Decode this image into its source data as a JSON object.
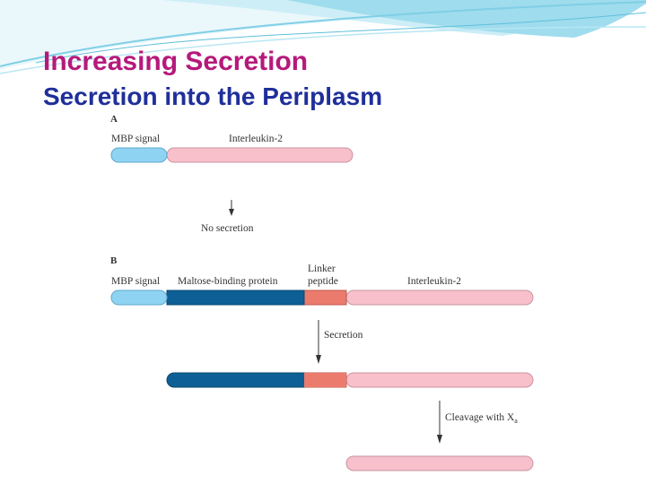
{
  "slide": {
    "title": "Increasing Secretion",
    "subtitle": "Secretion into the Periplasm"
  },
  "figure": {
    "panel_a": {
      "letter": "A",
      "labels": {
        "signal": "MBP signal",
        "protein": "Interleukin-2"
      },
      "outcome": "No secretion"
    },
    "panel_b": {
      "letter": "B",
      "labels": {
        "signal": "MBP signal",
        "carrier": "Maltose-binding protein",
        "linker_line1": "Linker",
        "linker_line2": "peptide",
        "protein": "Interleukin-2"
      },
      "step1": "Secretion",
      "step2": "Cleavage with X",
      "step2_subscript": "a"
    },
    "colors": {
      "mbp_signal": "#8fd3f2",
      "interleukin": "#f7c0cb",
      "maltose_binding": "#0e5f96",
      "linker": "#ea7b6d"
    }
  }
}
